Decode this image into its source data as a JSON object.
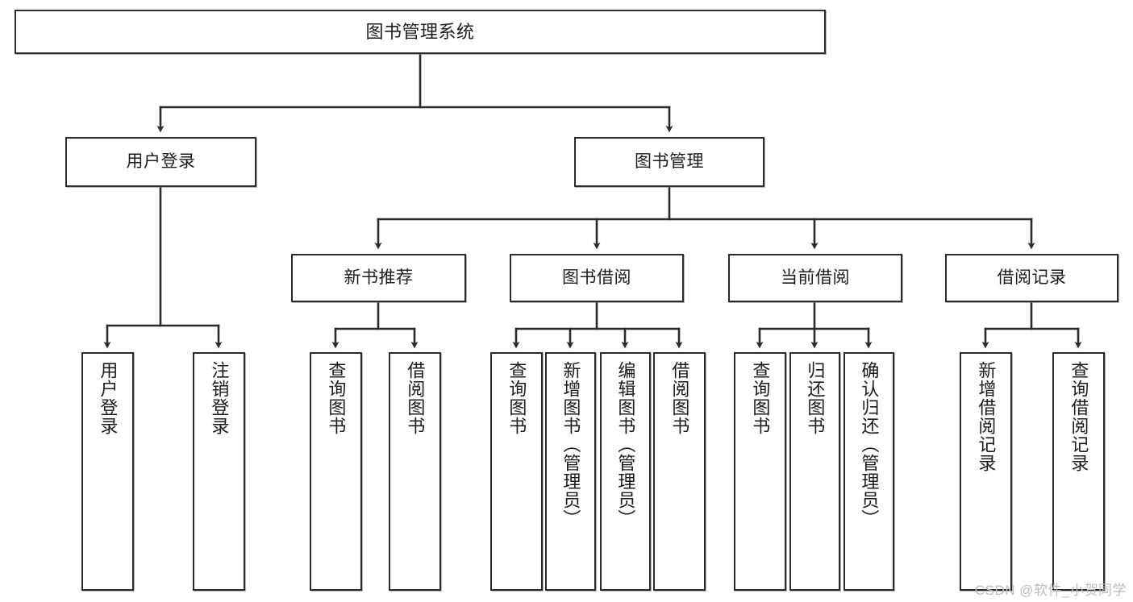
{
  "diagram": {
    "title": "图书管理系统",
    "type": "tree",
    "watermark": "CSDN @软件_小贺同学",
    "colors": {
      "box_border": "#2b2b2b",
      "box_fill": "#ffffff",
      "edge": "#2b2b2b",
      "text": "#1c1c1c",
      "watermark": "#b9bec4"
    },
    "root": {
      "label": "图书管理系统"
    },
    "level2": [
      {
        "label": "用户登录"
      },
      {
        "label": "图书管理"
      }
    ],
    "level3": [
      {
        "label": "新书推荐"
      },
      {
        "label": "图书借阅"
      },
      {
        "label": "当前借阅"
      },
      {
        "label": "借阅记录"
      }
    ],
    "leaves": {
      "user_login": [
        {
          "label": "用户登录"
        },
        {
          "label": "注销登录"
        }
      ],
      "new_book_recommend": [
        {
          "label": "查询图书"
        },
        {
          "label": "借阅图书"
        }
      ],
      "book_borrow": [
        {
          "label": "查询图书"
        },
        {
          "label": "新增图书（管理员）"
        },
        {
          "label": "编辑图书（管理员）"
        },
        {
          "label": "借阅图书"
        }
      ],
      "current_borrow": [
        {
          "label": "查询图书"
        },
        {
          "label": "归还图书"
        },
        {
          "label": "确认归还（管理员）"
        }
      ],
      "borrow_record": [
        {
          "label": "新增借阅记录"
        },
        {
          "label": "查询借阅记录"
        }
      ]
    }
  }
}
